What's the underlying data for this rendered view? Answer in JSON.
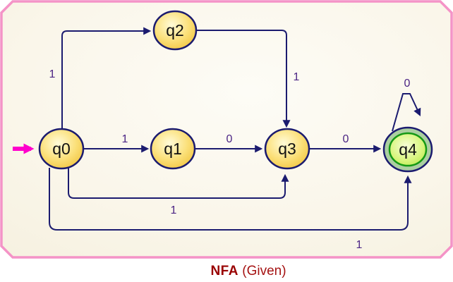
{
  "figure": {
    "kind": "nfa-state-diagram",
    "caption_title": "NFA",
    "caption_subtitle": "(Given)"
  },
  "automaton": {
    "start_state": "q0",
    "accept_states": [
      "q4"
    ],
    "states": [
      {
        "id": "q0",
        "label": "q0",
        "accepting": false
      },
      {
        "id": "q1",
        "label": "q1",
        "accepting": false
      },
      {
        "id": "q2",
        "label": "q2",
        "accepting": false
      },
      {
        "id": "q3",
        "label": "q3",
        "accepting": false
      },
      {
        "id": "q4",
        "label": "q4",
        "accepting": true
      }
    ],
    "transitions": [
      {
        "from": "q0",
        "to": "q2",
        "symbol": "1"
      },
      {
        "from": "q2",
        "to": "q3",
        "symbol": "1"
      },
      {
        "from": "q0",
        "to": "q1",
        "symbol": "1"
      },
      {
        "from": "q1",
        "to": "q3",
        "symbol": "0"
      },
      {
        "from": "q3",
        "to": "q4",
        "symbol": "0"
      },
      {
        "from": "q0",
        "to": "q3",
        "symbol": "1"
      },
      {
        "from": "q0",
        "to": "q4",
        "symbol": "1"
      },
      {
        "from": "q4",
        "to": "q4",
        "symbol": "0"
      }
    ]
  },
  "colors": {
    "panel_border": "#f493c7",
    "panel_fill": "#faf6ea",
    "edge_line": "#1b1b6f",
    "edge_label": "#4b2484",
    "state_fill_light": "#fff9cf",
    "state_fill_dark": "#f0c23a",
    "state_border": "#1b1b6f",
    "accept_ring_fill": "#abcfa0",
    "accept_inner_light": "#f6ffd4",
    "accept_inner_dark": "#b2e849",
    "accept_inner_border": "#149914",
    "start_arrow": "#ff00cc",
    "caption_title": "#990000",
    "caption_subtitle": "#a51212"
  }
}
